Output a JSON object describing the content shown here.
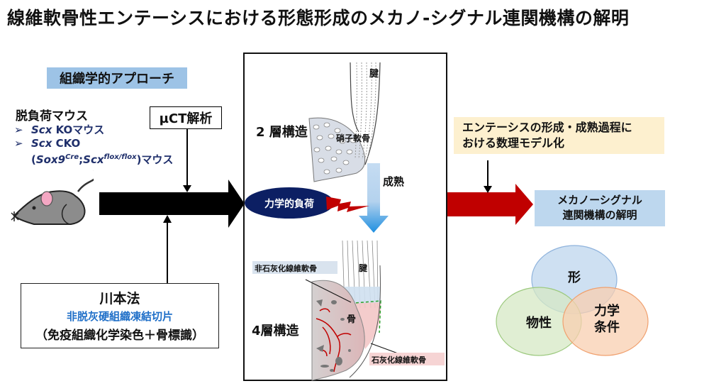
{
  "title": "線維軟骨性エンテーシスにおける形態形成のメカノ-シグナル連関機構の解明",
  "left": {
    "approach_label": "組織学的アプローチ",
    "mouse_title": "脱負荷マウス",
    "mouse_items": [
      {
        "bullet": "➢",
        "gene": "Scx",
        "text": " KOマウス"
      },
      {
        "bullet": "➢",
        "gene": "Scx",
        "text": " CKO"
      }
    ],
    "cko_detail": {
      "open": "(",
      "g1": "Sox9",
      "s1": "Cre",
      "sep": ";",
      "g2": "Scx",
      "s2": "flox/flox",
      "close": ")マウス"
    },
    "uct_label": "µCT解析",
    "kawamoto": {
      "line1": "川本法",
      "line2": "非脱灰硬組織凍結切片",
      "line3": "（免疫組織化学染色＋骨標識）"
    }
  },
  "center": {
    "two_layer_label": "2 層構造",
    "tendon_top": "腱",
    "hyaline_cartilage": "硝子軟骨",
    "maturation": "成熟",
    "mechanical_load": "力学的負荷",
    "four_layer_label": "4層構造",
    "uncalcified_fc": "非石灰化線維軟骨",
    "tendon_bottom": "腱",
    "bone": "骨",
    "calcified_fc": "石灰化線維軟骨"
  },
  "right": {
    "math_model_line1": "エンテーシスの形成・成熟過程に",
    "math_model_line2": "おける数理モデル化",
    "mecha_line1": "メカノーシグナル",
    "mecha_line2": "連関機構の解明",
    "venn": {
      "top": "形",
      "left": "物性",
      "right_line1": "力学",
      "right_line2": "条件"
    }
  },
  "colors": {
    "approach_bg": "#9dc3e6",
    "mouse_text": "#1f2f6b",
    "kawamoto_blue": "#1f6fc8",
    "load_ellipse": "#0c1f63",
    "bolt_red": "#c00000",
    "right_arrow": "#c00000",
    "math_bg": "#fdf0cf",
    "mecha_bg": "#bdd7ee",
    "venn_blue": "#c5daf0",
    "venn_green": "#d5e8c4",
    "venn_orange": "#f8cfb0"
  }
}
